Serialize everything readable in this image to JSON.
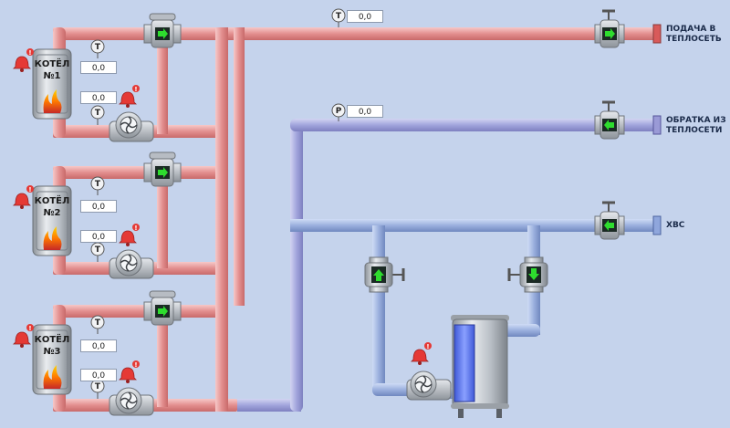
{
  "boilers": [
    {
      "name": "КОТЁЛ",
      "number": "№1",
      "temp_upper": "0,0",
      "temp_lower": "0,0"
    },
    {
      "name": "КОТЁЛ",
      "number": "№2",
      "temp_upper": "0,0",
      "temp_lower": "0,0"
    },
    {
      "name": "КОТЁЛ",
      "number": "№3",
      "temp_upper": "0,0",
      "temp_lower": "0,0"
    }
  ],
  "sensors": {
    "temp_symbol": "T",
    "pressure_symbol": "P"
  },
  "supply": {
    "temp_value": "0,0",
    "label_line1": "ПОДАЧА В",
    "label_line2": "ТЕПЛОСЕТЬ"
  },
  "return": {
    "pressure_value": "0,0",
    "label_line1": "ОБРАТКА ИЗ",
    "label_line2": "ТЕПЛОСЕТИ"
  },
  "cold_water": {
    "label": "ХВС"
  },
  "colors": {
    "hot_pipe": "#e79b9b",
    "cold_pipe": "#9da7d8",
    "blue_pipe": "#93a9d8",
    "background": "#c5d3ec",
    "alarm": "#e53935",
    "valve_arrow": "#2edd2e"
  },
  "icons": [
    "alarm-bell-icon",
    "flame-icon",
    "pump-icon",
    "valve-icon",
    "gate-valve-icon",
    "arrow-right-icon",
    "arrow-left-icon",
    "arrow-up-icon",
    "arrow-down-icon"
  ]
}
